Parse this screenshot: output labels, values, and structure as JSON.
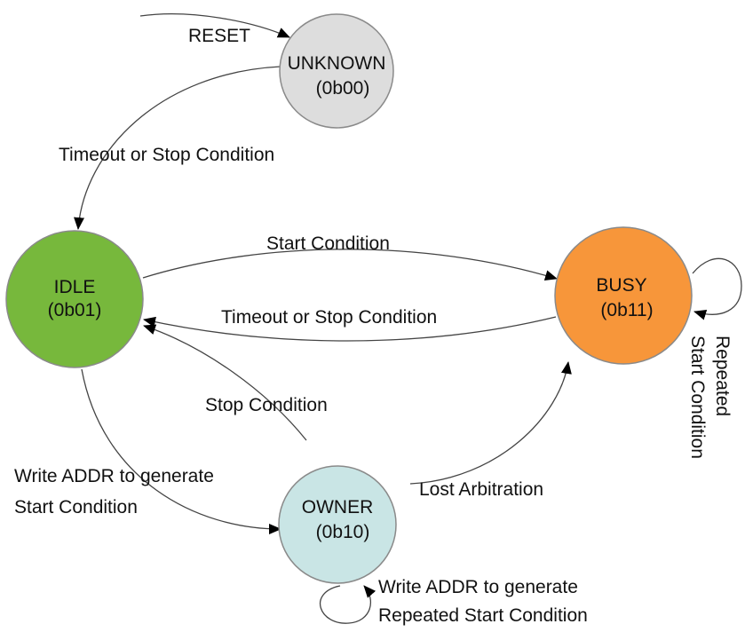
{
  "colors": {
    "unknown": "#dddddd",
    "idle": "#77b83c",
    "busy": "#f7963a",
    "owner": "#c9e5e5"
  },
  "states": {
    "unknown": {
      "name": "UNKNOWN",
      "code": "(0b00)"
    },
    "idle": {
      "name": "IDLE",
      "code": "(0b01)"
    },
    "busy": {
      "name": "BUSY",
      "code": "(0b11)"
    },
    "owner": {
      "name": "OWNER",
      "code": "(0b10)"
    }
  },
  "transitions": {
    "reset": "RESET",
    "unknown_to_idle": "Timeout or Stop Condition",
    "idle_to_busy": "Start Condition",
    "busy_to_idle": "Timeout or Stop Condition",
    "owner_to_idle": "Stop Condition",
    "idle_to_owner": [
      "Write ADDR to generate",
      "Start Condition"
    ],
    "owner_to_busy": "Lost Arbitration",
    "owner_self": [
      "Write ADDR to generate",
      "Repeated Start Condition"
    ],
    "busy_self": [
      "Repeated",
      "Start Condition"
    ]
  }
}
